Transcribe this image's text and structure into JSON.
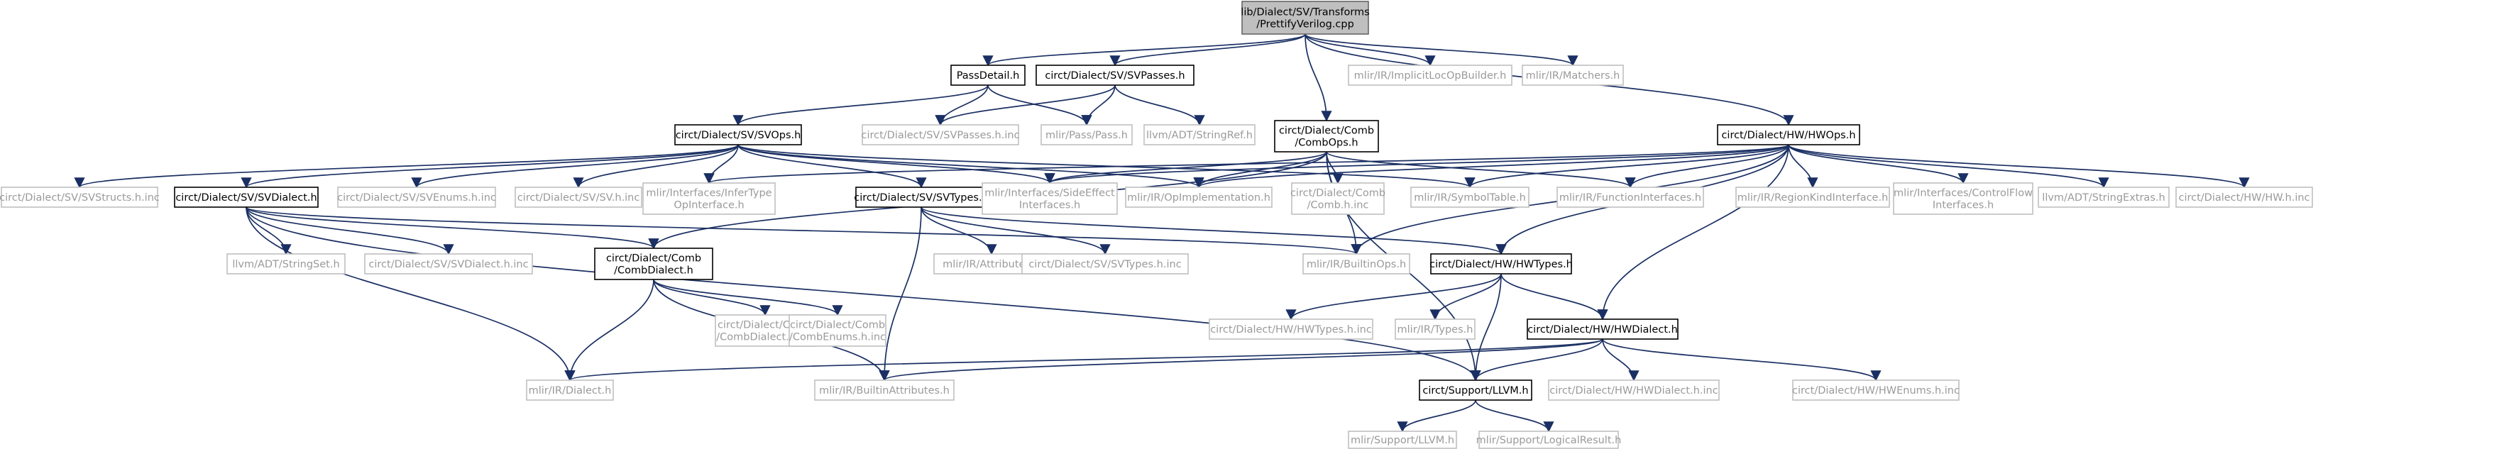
{
  "nodes": [
    {
      "id": "root",
      "lines": [
        "lib/Dialect/SV/Transforms",
        "/PrettifyVerilog.cpp"
      ],
      "kind": "root"
    },
    {
      "id": "passdetail",
      "lines": [
        "PassDetail.h"
      ],
      "kind": "strong"
    },
    {
      "id": "svpasses",
      "lines": [
        "circt/Dialect/SV/SVPasses.h"
      ],
      "kind": "strong"
    },
    {
      "id": "implicitloc",
      "lines": [
        "mlir/IR/ImplicitLocOpBuilder.h"
      ],
      "kind": "weak"
    },
    {
      "id": "matchers",
      "lines": [
        "mlir/IR/Matchers.h"
      ],
      "kind": "weak"
    },
    {
      "id": "svops",
      "lines": [
        "circt/Dialect/SV/SVOps.h"
      ],
      "kind": "strong"
    },
    {
      "id": "svpassesinc",
      "lines": [
        "circt/Dialect/SV/SVPasses.h.inc"
      ],
      "kind": "weak"
    },
    {
      "id": "pass",
      "lines": [
        "mlir/Pass/Pass.h"
      ],
      "kind": "weak"
    },
    {
      "id": "stringref",
      "lines": [
        "llvm/ADT/StringRef.h"
      ],
      "kind": "weak"
    },
    {
      "id": "combops",
      "lines": [
        "circt/Dialect/Comb",
        "/CombOps.h"
      ],
      "kind": "strong"
    },
    {
      "id": "hwops",
      "lines": [
        "circt/Dialect/HW/HWOps.h"
      ],
      "kind": "strong"
    },
    {
      "id": "svstructs",
      "lines": [
        "circt/Dialect/SV/SVStructs.h.inc"
      ],
      "kind": "weak"
    },
    {
      "id": "svdialect",
      "lines": [
        "circt/Dialect/SV/SVDialect.h"
      ],
      "kind": "strong"
    },
    {
      "id": "svenums",
      "lines": [
        "circt/Dialect/SV/SVEnums.h.inc"
      ],
      "kind": "weak"
    },
    {
      "id": "svhinc",
      "lines": [
        "circt/Dialect/SV/SV.h.inc"
      ],
      "kind": "weak"
    },
    {
      "id": "infertype",
      "lines": [
        "mlir/Interfaces/InferType",
        "OpInterface.h"
      ],
      "kind": "weak"
    },
    {
      "id": "svtypes",
      "lines": [
        "circt/Dialect/SV/SVTypes.h"
      ],
      "kind": "strong"
    },
    {
      "id": "sideeffect",
      "lines": [
        "mlir/Interfaces/SideEffect",
        "Interfaces.h"
      ],
      "kind": "weak"
    },
    {
      "id": "opimpl",
      "lines": [
        "mlir/IR/OpImplementation.h"
      ],
      "kind": "weak"
    },
    {
      "id": "combhinc",
      "lines": [
        "circt/Dialect/Comb",
        "/Comb.h.inc"
      ],
      "kind": "weak"
    },
    {
      "id": "symboltable",
      "lines": [
        "mlir/IR/SymbolTable.h"
      ],
      "kind": "weak"
    },
    {
      "id": "funcinterfaces",
      "lines": [
        "mlir/IR/FunctionInterfaces.h"
      ],
      "kind": "weak"
    },
    {
      "id": "regionkind",
      "lines": [
        "mlir/IR/RegionKindInterface.h"
      ],
      "kind": "weak"
    },
    {
      "id": "controlflow",
      "lines": [
        "mlir/Interfaces/ControlFlow",
        "Interfaces.h"
      ],
      "kind": "weak"
    },
    {
      "id": "stringextras",
      "lines": [
        "llvm/ADT/StringExtras.h"
      ],
      "kind": "weak"
    },
    {
      "id": "hwhinc",
      "lines": [
        "circt/Dialect/HW/HW.h.inc"
      ],
      "kind": "weak"
    },
    {
      "id": "stringset",
      "lines": [
        "llvm/ADT/StringSet.h"
      ],
      "kind": "weak"
    },
    {
      "id": "svdialectinc",
      "lines": [
        "circt/Dialect/SV/SVDialect.h.inc"
      ],
      "kind": "weak"
    },
    {
      "id": "combdialect",
      "lines": [
        "circt/Dialect/Comb",
        "/CombDialect.h"
      ],
      "kind": "strong"
    },
    {
      "id": "attributes",
      "lines": [
        "mlir/IR/Attributes.h"
      ],
      "kind": "weak"
    },
    {
      "id": "svtypesinc",
      "lines": [
        "circt/Dialect/SV/SVTypes.h.inc"
      ],
      "kind": "weak"
    },
    {
      "id": "builtinops",
      "lines": [
        "mlir/IR/BuiltinOps.h"
      ],
      "kind": "weak"
    },
    {
      "id": "hwtypes",
      "lines": [
        "circt/Dialect/HW/HWTypes.h"
      ],
      "kind": "strong"
    },
    {
      "id": "combdialectinc",
      "lines": [
        "circt/Dialect/Comb",
        "/CombDialect.h.inc"
      ],
      "kind": "weak"
    },
    {
      "id": "combenums",
      "lines": [
        "circt/Dialect/Comb",
        "/CombEnums.h.inc"
      ],
      "kind": "weak"
    },
    {
      "id": "hwtypesinc",
      "lines": [
        "circt/Dialect/HW/HWTypes.h.inc"
      ],
      "kind": "weak"
    },
    {
      "id": "irtypes",
      "lines": [
        "mlir/IR/Types.h"
      ],
      "kind": "weak"
    },
    {
      "id": "hwdialect",
      "lines": [
        "circt/Dialect/HW/HWDialect.h"
      ],
      "kind": "strong"
    },
    {
      "id": "irdialect",
      "lines": [
        "mlir/IR/Dialect.h"
      ],
      "kind": "weak"
    },
    {
      "id": "builtinattrs",
      "lines": [
        "mlir/IR/BuiltinAttributes.h"
      ],
      "kind": "weak"
    },
    {
      "id": "supportllvm",
      "lines": [
        "circt/Support/LLVM.h"
      ],
      "kind": "strong"
    },
    {
      "id": "hwdialectinc",
      "lines": [
        "circt/Dialect/HW/HWDialect.h.inc"
      ],
      "kind": "weak"
    },
    {
      "id": "hwenums",
      "lines": [
        "circt/Dialect/HW/HWEnums.h.inc"
      ],
      "kind": "weak"
    },
    {
      "id": "mlirsupportllvm",
      "lines": [
        "mlir/Support/LLVM.h"
      ],
      "kind": "weak"
    },
    {
      "id": "logicalresult",
      "lines": [
        "mlir/Support/LogicalResult.h"
      ],
      "kind": "weak"
    }
  ],
  "edges": [
    [
      "root",
      "passdetail"
    ],
    [
      "root",
      "svpasses"
    ],
    [
      "root",
      "implicitloc"
    ],
    [
      "root",
      "matchers"
    ],
    [
      "root",
      "combops"
    ],
    [
      "root",
      "hwops"
    ],
    [
      "passdetail",
      "svops"
    ],
    [
      "passdetail",
      "svpassesinc"
    ],
    [
      "passdetail",
      "pass"
    ],
    [
      "svpasses",
      "svpassesinc"
    ],
    [
      "svpasses",
      "pass"
    ],
    [
      "svpasses",
      "stringref"
    ],
    [
      "svops",
      "svstructs"
    ],
    [
      "svops",
      "svdialect"
    ],
    [
      "svops",
      "svenums"
    ],
    [
      "svops",
      "svhinc"
    ],
    [
      "svops",
      "infertype"
    ],
    [
      "svops",
      "svtypes"
    ],
    [
      "svops",
      "sideeffect"
    ],
    [
      "svops",
      "opimpl"
    ],
    [
      "svops",
      "symboltable"
    ],
    [
      "combops",
      "combdialect"
    ],
    [
      "combops",
      "sideeffect"
    ],
    [
      "combops",
      "opimpl"
    ],
    [
      "combops",
      "combhinc"
    ],
    [
      "combops",
      "builtinops"
    ],
    [
      "combops",
      "funcinterfaces"
    ],
    [
      "combops",
      "supportllvm"
    ],
    [
      "hwops",
      "sideeffect"
    ],
    [
      "hwops",
      "opimpl"
    ],
    [
      "hwops",
      "symboltable"
    ],
    [
      "hwops",
      "funcinterfaces"
    ],
    [
      "hwops",
      "regionkind"
    ],
    [
      "hwops",
      "controlflow"
    ],
    [
      "hwops",
      "stringextras"
    ],
    [
      "hwops",
      "hwhinc"
    ],
    [
      "hwops",
      "builtinops"
    ],
    [
      "hwops",
      "hwtypes"
    ],
    [
      "hwops",
      "hwdialect"
    ],
    [
      "hwops",
      "infertype"
    ],
    [
      "svdialect",
      "stringset"
    ],
    [
      "svdialect",
      "svdialectinc"
    ],
    [
      "svdialect",
      "combdialect"
    ],
    [
      "svdialect",
      "builtinops"
    ],
    [
      "svdialect",
      "irdialect"
    ],
    [
      "svdialect",
      "supportllvm"
    ],
    [
      "svtypes",
      "attributes"
    ],
    [
      "svtypes",
      "svtypesinc"
    ],
    [
      "svtypes",
      "builtinattrs"
    ],
    [
      "svtypes",
      "hwtypes"
    ],
    [
      "combdialect",
      "combdialectinc"
    ],
    [
      "combdialect",
      "combenums"
    ],
    [
      "combdialect",
      "irdialect"
    ],
    [
      "combdialect",
      "builtinattrs"
    ],
    [
      "hwtypes",
      "hwtypesinc"
    ],
    [
      "hwtypes",
      "irtypes"
    ],
    [
      "hwtypes",
      "hwdialect"
    ],
    [
      "hwtypes",
      "supportllvm"
    ],
    [
      "hwdialect",
      "irdialect"
    ],
    [
      "hwdialect",
      "builtinattrs"
    ],
    [
      "hwdialect",
      "supportllvm"
    ],
    [
      "hwdialect",
      "hwdialectinc"
    ],
    [
      "hwdialect",
      "hwenums"
    ],
    [
      "supportllvm",
      "mlirsupportllvm"
    ],
    [
      "supportllvm",
      "logicalresult"
    ]
  ]
}
